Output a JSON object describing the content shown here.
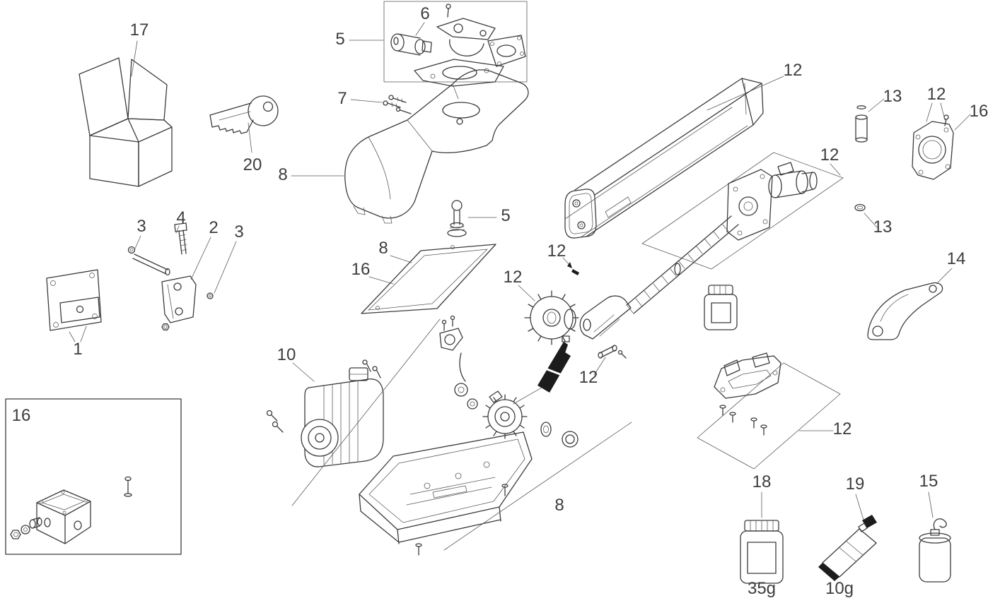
{
  "diagram": {
    "type": "exploded-parts-diagram",
    "background": "#ffffff",
    "line_color": "#3b3b3b",
    "label_color": "#3d3d3d",
    "labels": {
      "box17": "17",
      "frame5": "5",
      "cylinder6": "6",
      "screws7": "7",
      "tube12": "12",
      "pin13": "13",
      "plate12": "12",
      "plate16": "16",
      "key20": "20",
      "cover8": "8",
      "screwasm12": "12",
      "release5": "5",
      "pin3a": "3",
      "screw4": "4",
      "clevis2": "2",
      "pin3b": "3",
      "washer13": "13",
      "clip12": "12",
      "gasket8": "8",
      "bracket14": "14",
      "gasket16": "16",
      "gear12": "12",
      "plate1": "1",
      "motor10": "10",
      "shaftpin12": "12",
      "junction16": "16",
      "casting12": "12",
      "jar18": "18",
      "glue19": "19",
      "capacitor15": "15",
      "tray8": "8",
      "jar_weight": "35g",
      "glue_weight": "10g"
    }
  }
}
